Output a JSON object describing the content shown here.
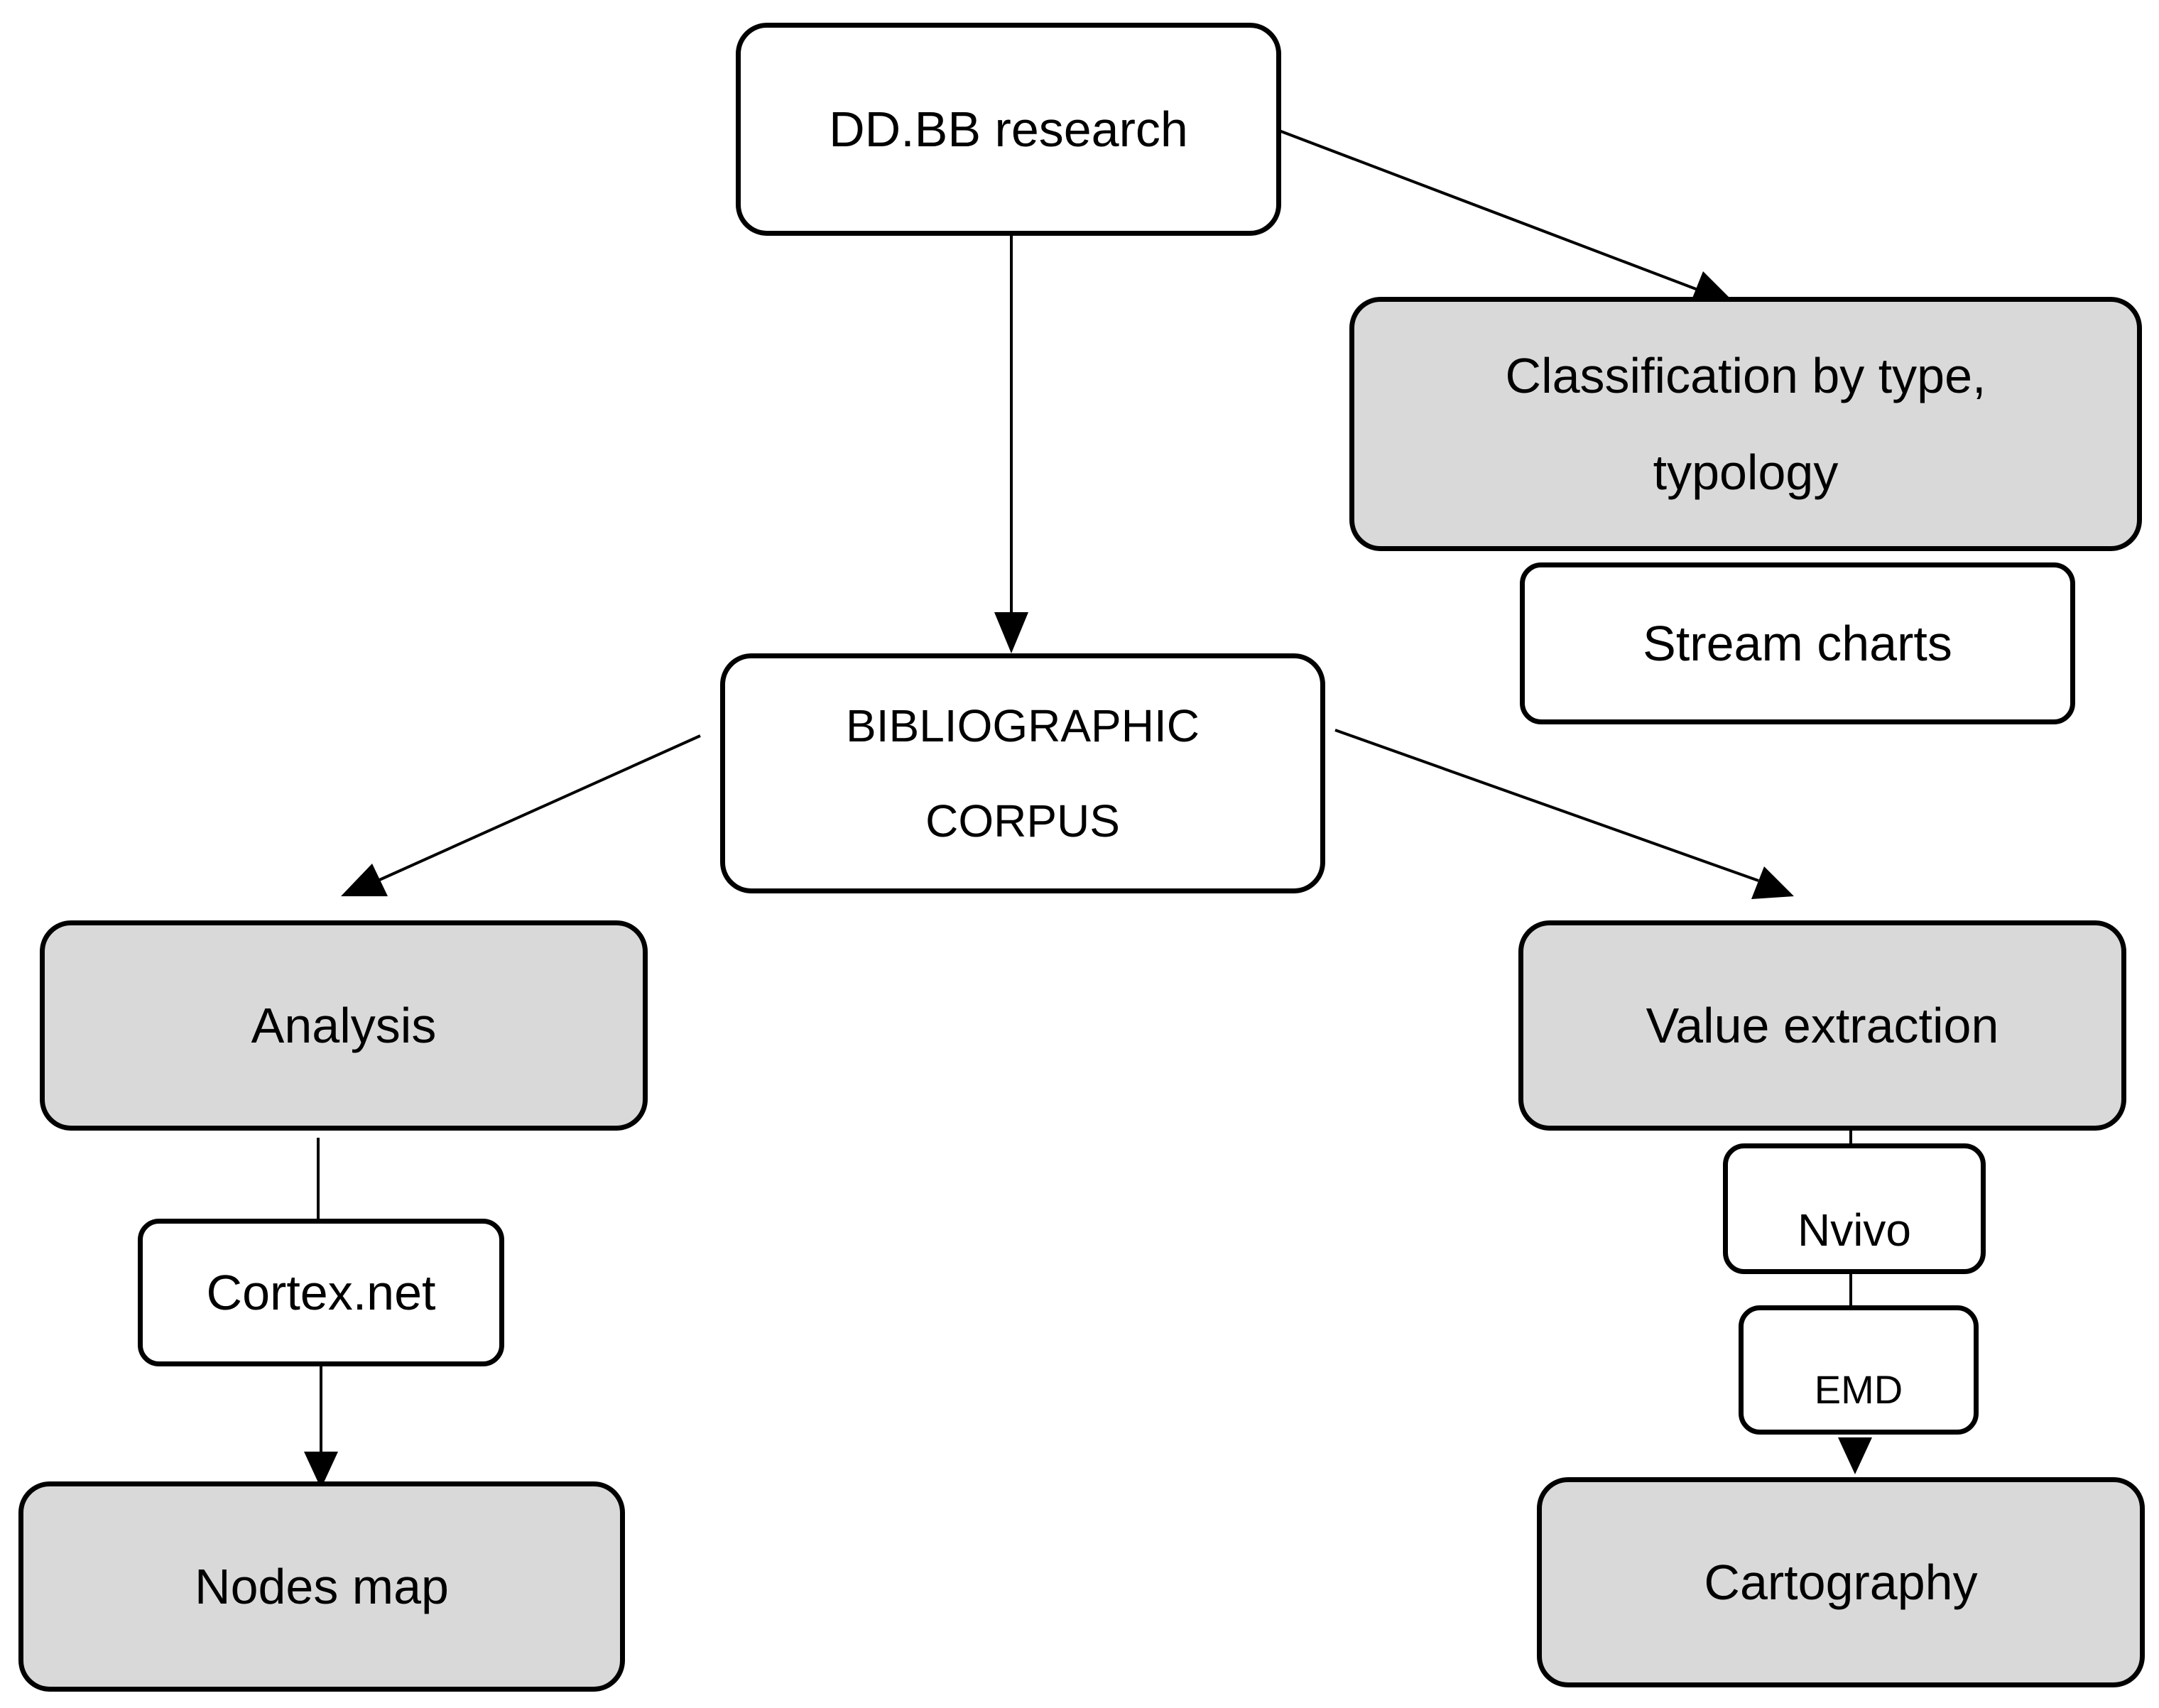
{
  "colors": {
    "stroke": "#000000",
    "fill_plain": "#ffffff",
    "fill_shaded": "#d9d9d9",
    "background": "#ffffff"
  },
  "nodes": {
    "root": "DD.BB research",
    "classification": "Classification by type,\ntypology",
    "stream_charts": "Stream charts",
    "corpus": "BIBLIOGRAPHIC\nCORPUS",
    "analysis": "Analysis",
    "cortex": "Cortex.net",
    "nodes_map": "Nodes map",
    "value_extraction": "Value extraction",
    "nvivo": "Nvivo",
    "emd": "EMD",
    "cartography": "Cartography"
  }
}
